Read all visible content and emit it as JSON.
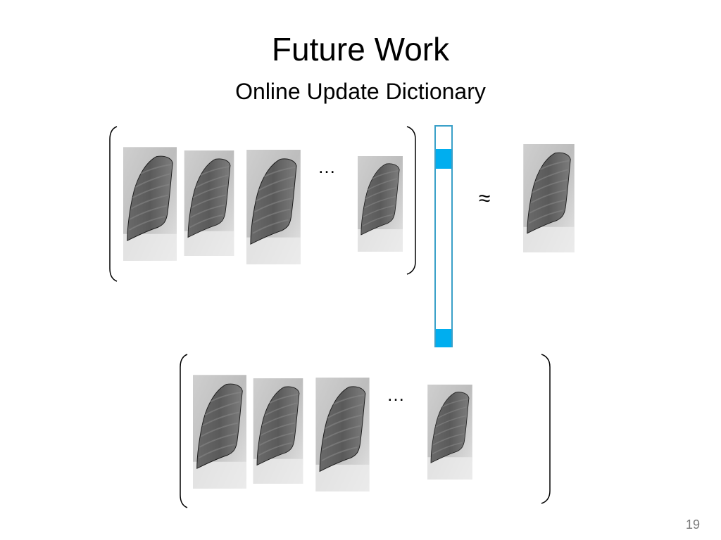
{
  "slide": {
    "title": "Future Work",
    "subtitle": "Online Update Dictionary",
    "page_number": "19"
  },
  "symbols": {
    "ellipsis": "…",
    "approx": "≈"
  },
  "colors": {
    "vector_border": "#3aa0c8",
    "vector_active": "#00aeef",
    "xray_dark": "#5e5e5e",
    "xray_light": "#d6d6d6"
  },
  "images": {
    "top_dictionary": [
      "lung-xray",
      "lung-xray",
      "lung-xray",
      "lung-xray"
    ],
    "target": "lung-xray",
    "bottom_dictionary": [
      "lung-xray",
      "lung-xray",
      "lung-xray",
      "lung-xray"
    ]
  }
}
